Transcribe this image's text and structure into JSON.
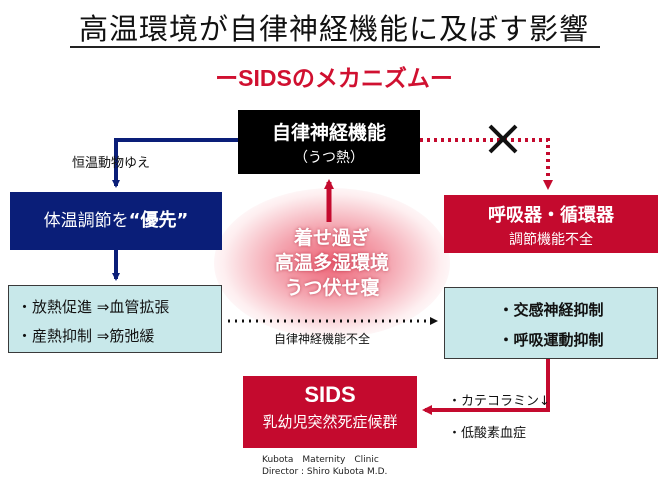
{
  "title": "高温環境が自律神経機能に及ぼす影響",
  "subtitle": "ーSIDSのメカニズムー",
  "autonomic_box": {
    "line1": "自律神経機能",
    "line2": "（うつ熱）"
  },
  "homeotherm_label": "恒温動物ゆえ",
  "thermoreg_box": {
    "prefix": "体温調節を",
    "emphasis": "“優先”"
  },
  "left_effects": {
    "line1": "・放熱促進 ⇒血管拡張",
    "line2": "・産熱抑制 ⇒筋弛緩"
  },
  "center_factors": [
    "着せ過ぎ",
    "高温多湿環境",
    "うつ伏せ寝"
  ],
  "ans_failure_label": "自律神経機能不全",
  "cross_mark": "✕",
  "resp_circ_box": {
    "line1": "呼吸器・循環器",
    "line2": "調節機能不全"
  },
  "right_effects": {
    "line1": "・交感神経抑制",
    "line2": "・呼吸運動抑制"
  },
  "catecholamine_label": "・カテコラミン↓",
  "hypoxemia_label": "・低酸素血症",
  "sids_box": {
    "line1": "SIDS",
    "line2": "乳幼児突然死症候群"
  },
  "credit": {
    "line1": "Kubota　Maternity　Clinic",
    "line2": "Director : Shiro Kubota M.D."
  },
  "colors": {
    "navy": "#0a1e78",
    "red": "#c40a2e",
    "title_red": "#d01030",
    "light_blue": "#c8e8ea",
    "black": "#000000"
  }
}
